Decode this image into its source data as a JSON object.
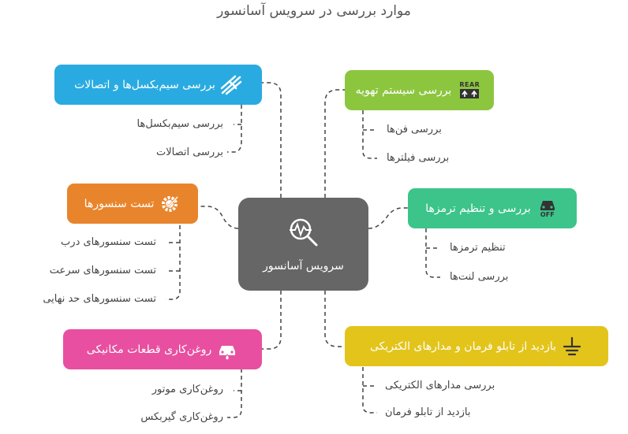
{
  "title": "موارد بررسی در سرویس آسانسور",
  "center": {
    "label": "سرویس آسانسور",
    "icon": "magnifier-pulse-icon"
  },
  "branches": {
    "cables": {
      "label": "بررسی سیم‌بکسل‌ها و اتصالات",
      "color": "#29abe2",
      "icon": "cables-icon",
      "items": [
        "بررسی سیم‌بکسل‌ها",
        "بررسی اتصالات"
      ]
    },
    "sensors": {
      "label": "تست سنسورها",
      "color": "#e8852c",
      "icon": "gear-check-icon",
      "items": [
        "تست سنسورهای درب",
        "تست سنسورهای سرعت",
        "تست سنسورهای حد نهایی"
      ]
    },
    "lubrication": {
      "label": "روغن‌کاری قطعات مکانیکی",
      "color": "#e84fa0",
      "icon": "oil-car-icon",
      "items": [
        "روغن‌کاری موتور",
        "روغن‌کاری گیربکس"
      ]
    },
    "ventilation": {
      "label": "بررسی سیستم تهویه",
      "color": "#8cc63f",
      "icon": "rear-vent-icon",
      "icon_text": "REAR",
      "items": [
        "بررسی فن‌ها",
        "بررسی فیلترها"
      ]
    },
    "brakes": {
      "label": "بررسی و تنظیم ترمزها",
      "color": "#3cc48a",
      "icon": "brake-off-icon",
      "icon_text": "OFF",
      "items": [
        "تنظیم ترمزها",
        "بررسی لنت‌ها"
      ]
    },
    "electrical": {
      "label": "بازدید از تابلو فرمان و مدارهای الکتریکی",
      "color": "#e3c41b",
      "icon": "ground-icon",
      "items": [
        "بررسی مدارهای الکتریکی",
        "بازدید از تابلو فرمان"
      ]
    }
  }
}
